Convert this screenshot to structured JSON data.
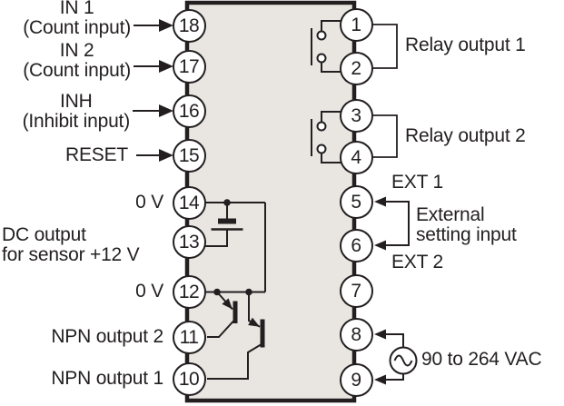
{
  "diagram": {
    "kind": "terminal-pin-wiring-diagram",
    "device": "18-terminal counter block"
  },
  "colors": {
    "body_fill": "#e9e6e2",
    "line": "#231f20",
    "pin_fill": "#ffffff",
    "background": "#ffffff"
  },
  "pins": {
    "left": [
      "18",
      "17",
      "16",
      "15",
      "14",
      "13",
      "12",
      "11",
      "10"
    ],
    "right": [
      "1",
      "2",
      "3",
      "4",
      "5",
      "6",
      "7",
      "8",
      "9"
    ]
  },
  "labels": {
    "in1": [
      "IN 1",
      "(Count input)"
    ],
    "in2": [
      "IN 2",
      "(Count input)"
    ],
    "inh": [
      "INH",
      "(Inhibit input)"
    ],
    "reset": "RESET",
    "zero_v_14": "0 V",
    "dc": [
      "DC output",
      "for sensor +12 V"
    ],
    "zero_v_12": "0 V",
    "npn2": "NPN output 2",
    "npn1": "NPN output 1",
    "relay1": "Relay output 1",
    "relay2": "Relay output 2",
    "ext1": "EXT 1",
    "external": [
      "External",
      "setting input"
    ],
    "ext2": "EXT 2",
    "vac": "90 to 264 VAC"
  },
  "icons": [
    "relay-contact-icon",
    "capacitor-icon",
    "npn-transistor-icon",
    "ac-source-icon",
    "arrow-icon",
    "junction-dot-icon"
  ]
}
